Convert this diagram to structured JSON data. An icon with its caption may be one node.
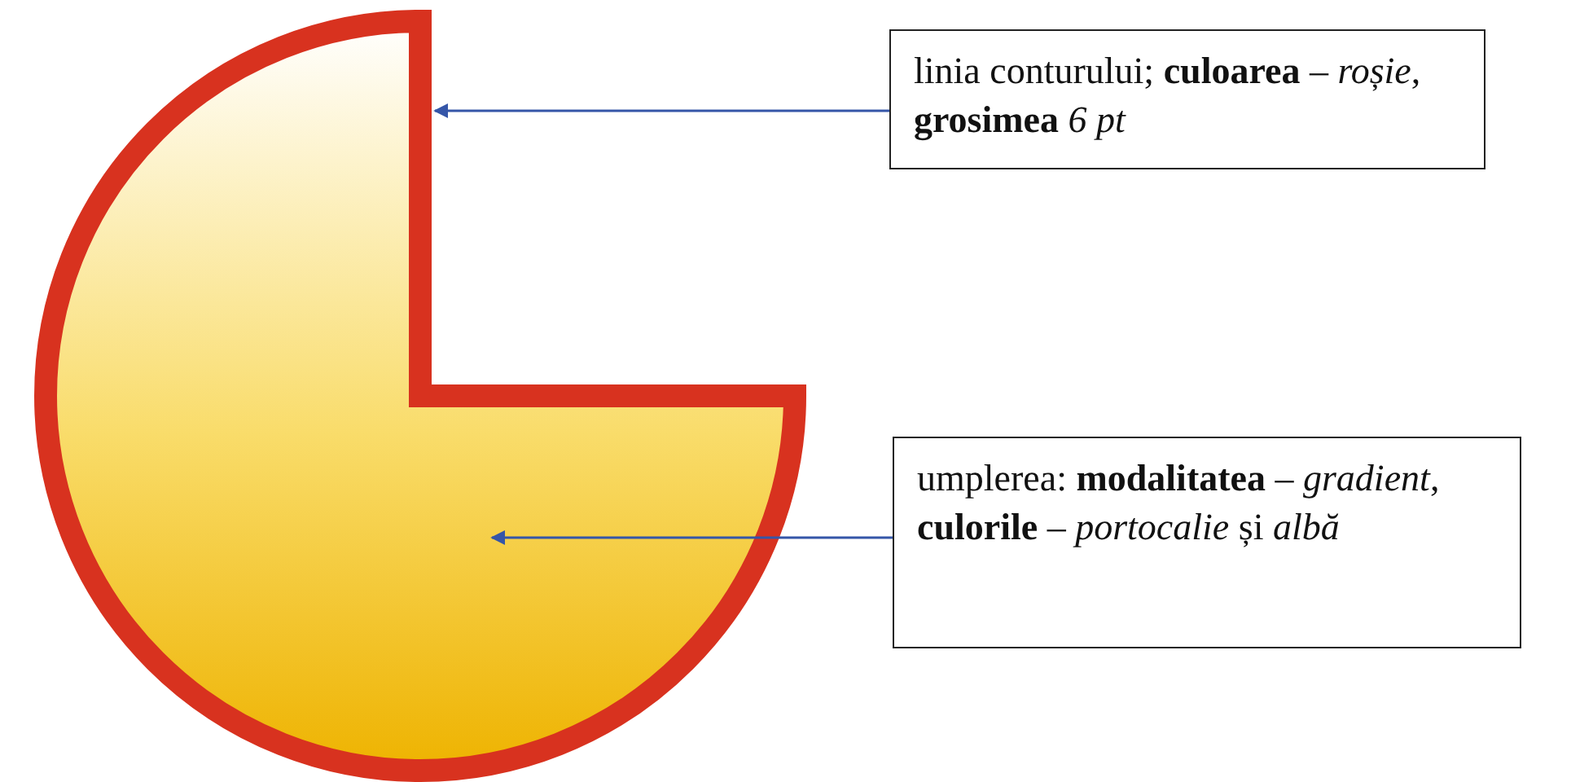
{
  "diagram": {
    "nodes": [
      {
        "text": [
          "linia conturului; **culoarea** – *roșie*, **grosimea** *6 pt*"
        ]
      },
      {
        "text": [
          "umplerea: **modalitatea** – *gradient*, **culorile** – *portocalie* și *albă*"
        ]
      },
      {
        "text": [],
        "shape": "picture"
      },
      {
        "text": [],
        "shape": "picture"
      }
    ],
    "edges": [
      {
        "from": 0,
        "to": 2,
        "arrow": "to"
      },
      {
        "from": 1,
        "to": 3,
        "arrow": "to"
      }
    ]
  }
}
